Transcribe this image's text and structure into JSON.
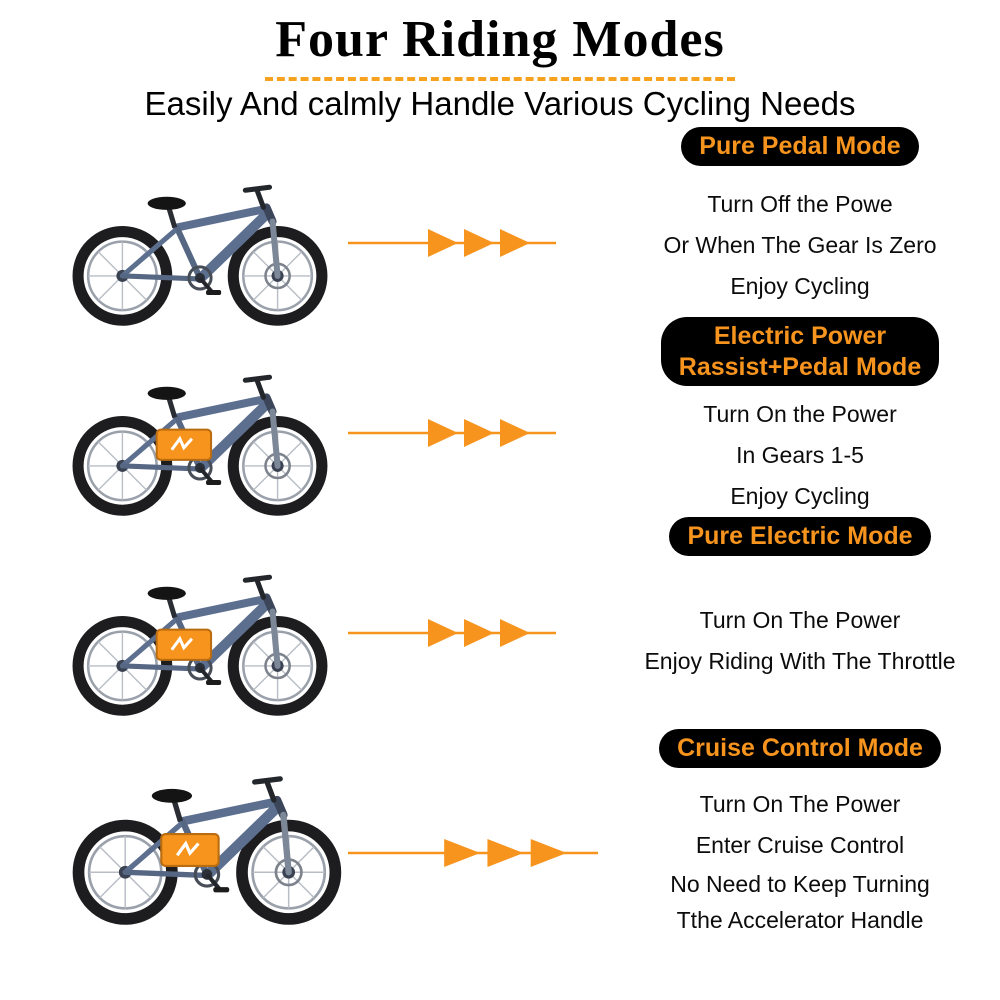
{
  "header": {
    "title": "Four Riding Modes",
    "subtitle": "Easily And calmly Handle Various Cycling Needs"
  },
  "colors": {
    "accent_orange": "#F7941D",
    "badge_background": "#000000",
    "bike_frame": "#5D6F8F",
    "tire_black": "#1D1D1F"
  },
  "rows": [
    {
      "mode_lines": [
        "Pure Pedal Mode"
      ],
      "desc": [
        "Turn Off the Powe",
        "Or When The Gear Is Zero",
        "Enjoy Cycling"
      ],
      "battery": false
    },
    {
      "mode_lines": [
        "Electric Power",
        "Rassist+Pedal Mode"
      ],
      "desc": [
        "Turn On the Power",
        "In Gears 1-5",
        "Enjoy Cycling"
      ],
      "battery": true
    },
    {
      "mode_lines": [
        "Pure Electric Mode"
      ],
      "desc": [
        "Turn On The Power",
        "Enjoy Riding With The Throttle"
      ],
      "battery": true
    },
    {
      "mode_lines": [
        "Cruise Control Mode"
      ],
      "desc": [
        "Turn On The Power",
        "Enter Cruise Control",
        "No Need to Keep Turning",
        "Tthe Accelerator Handle"
      ],
      "battery": true
    }
  ]
}
